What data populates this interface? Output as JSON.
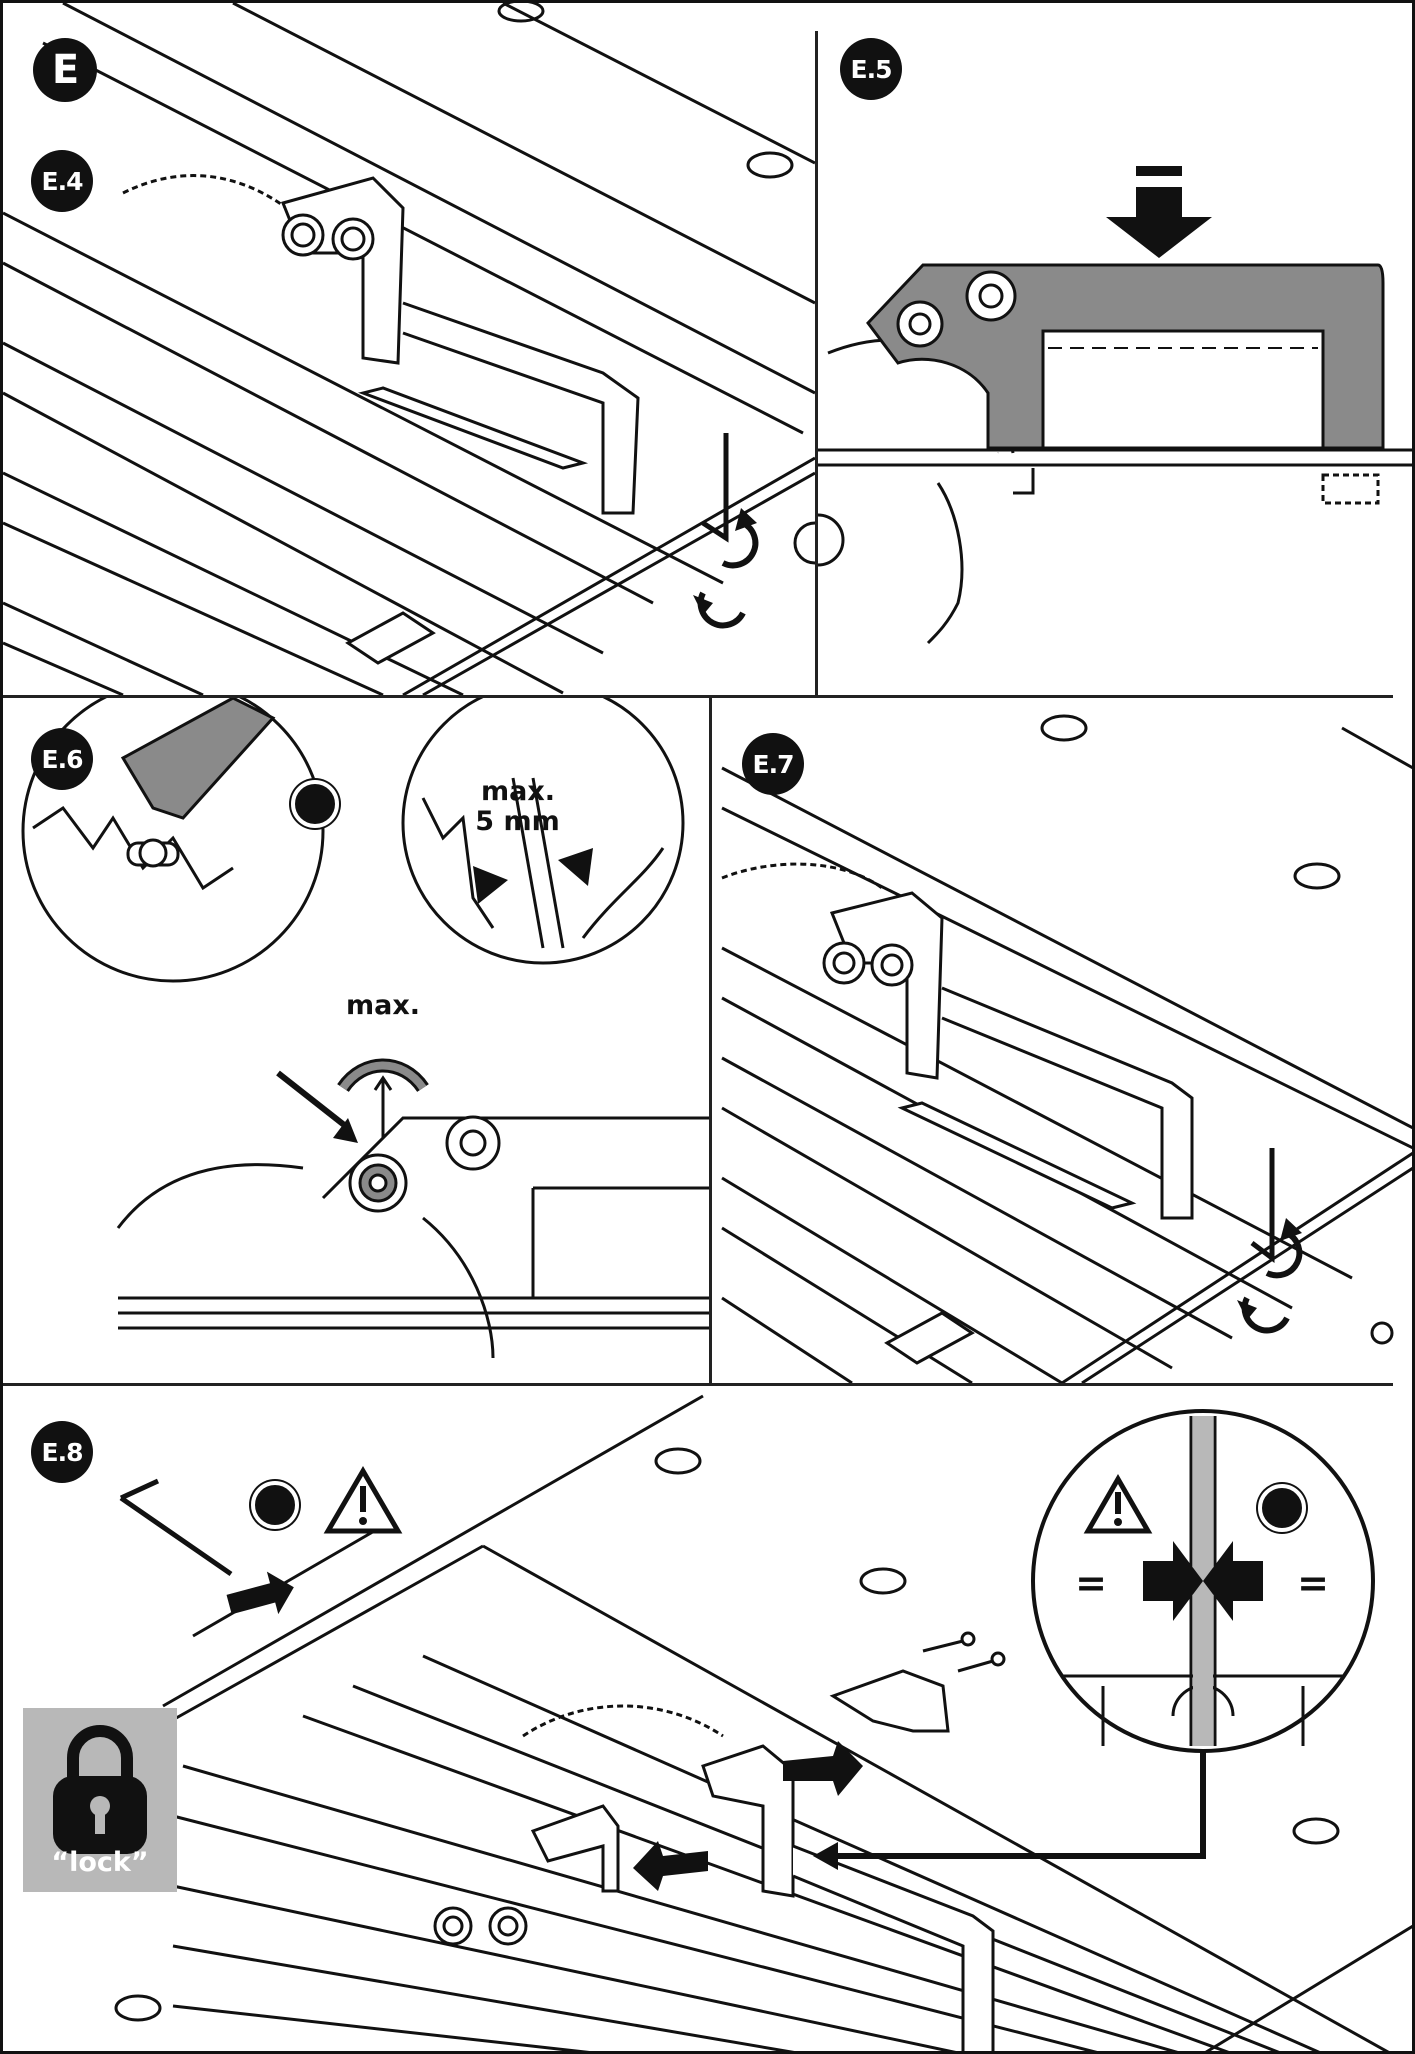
{
  "section_badge": "E",
  "steps": {
    "e4": "E.4",
    "e5": "E.5",
    "e6": "E.6",
    "e7": "E.7",
    "e8": "E.8"
  },
  "e6_labels": {
    "gap_max": "max.",
    "gap_value": "5 mm",
    "tilt_max": "max."
  },
  "e8_labels": {
    "lock": "“lock”",
    "equal_left": "=",
    "equal_right": "="
  },
  "icons": [
    "manual-info-icon",
    "warning-triangle-icon",
    "padlock-icon",
    "rotate-arrows-icon",
    "push-down-arrow-icon"
  ],
  "colors": {
    "ink": "#111111",
    "part_gray": "#8a8a8a",
    "lock_panel": "#b8b8b8"
  }
}
